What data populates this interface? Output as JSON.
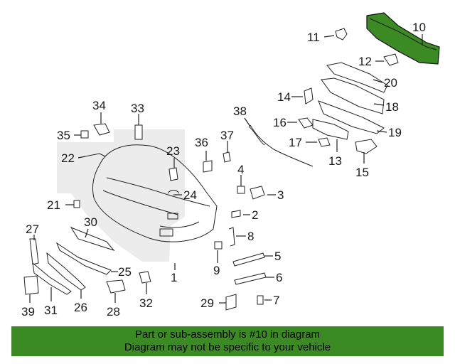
{
  "labels": [
    "10",
    "11",
    "12",
    "20",
    "14",
    "18",
    "16",
    "19",
    "17",
    "13",
    "15",
    "38",
    "37",
    "36",
    "34",
    "33",
    "35",
    "22",
    "23",
    "24",
    "4",
    "3",
    "2",
    "21",
    "27",
    "30",
    "8",
    "5",
    "9",
    "25",
    "6",
    "32",
    "1",
    "39",
    "31",
    "26",
    "28",
    "29",
    "7"
  ],
  "footer": {
    "line1": "Part or sub-assembly is #10 in diagram",
    "line2": "Diagram may not be specific to your vehicle"
  },
  "colors": {
    "highlight_part": "#3b8a24",
    "banner": "#3b8a24",
    "shade_area": "#ececec"
  }
}
